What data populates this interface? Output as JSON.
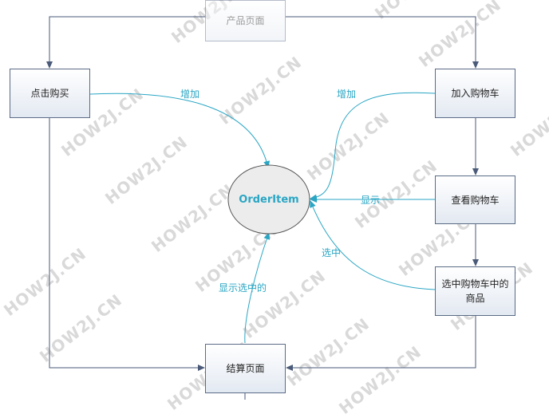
{
  "watermark": "HOW2J.CN",
  "nodes": {
    "product_page": "产品页面",
    "buy_now": "点击购买",
    "add_to_cart": "加入购物车",
    "order_item": "OrderItem",
    "view_cart": "查看购物车",
    "select_cart_items": "选中购物车中的商品",
    "checkout_page": "结算页面"
  },
  "edge_labels": {
    "buy_add": "增加",
    "cart_add": "增加",
    "view_show": "显示",
    "select_pick": "选中",
    "checkout_show": "显示选中的"
  },
  "colors": {
    "box_border": "#5a6b86",
    "connector": "#4a5a78",
    "curve": "#2aa6c4",
    "watermark": "#d9d9d9"
  }
}
